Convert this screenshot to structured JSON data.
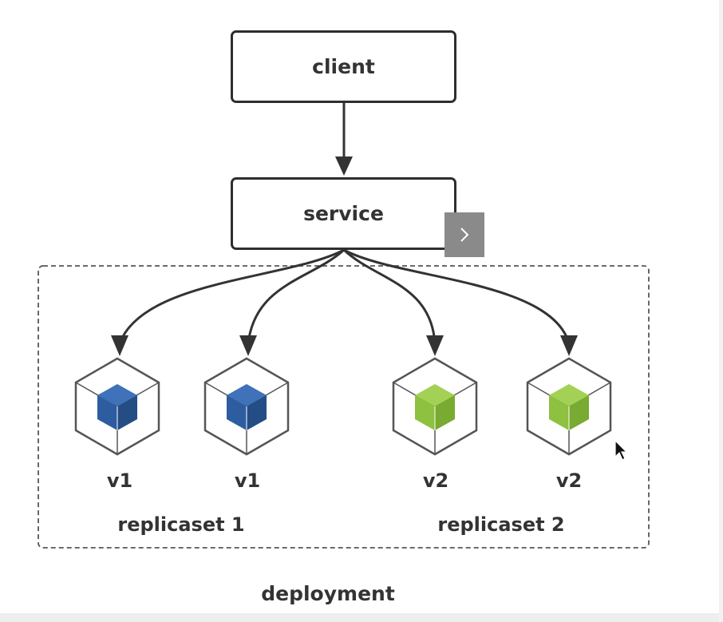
{
  "nodes": {
    "client": "client",
    "service": "service"
  },
  "pods": [
    {
      "label": "v1",
      "version": "v1",
      "color": "#2d5da0"
    },
    {
      "label": "v1",
      "version": "v1",
      "color": "#2d5da0"
    },
    {
      "label": "v2",
      "version": "v2",
      "color": "#8dc13f"
    },
    {
      "label": "v2",
      "version": "v2",
      "color": "#8dc13f"
    }
  ],
  "groups": {
    "replicaset_1": "replicaset 1",
    "replicaset_2": "replicaset 2",
    "deployment": "deployment"
  },
  "edges": [
    {
      "from": "client",
      "to": "service"
    },
    {
      "from": "service",
      "to": "pod-1"
    },
    {
      "from": "service",
      "to": "pod-2"
    },
    {
      "from": "service",
      "to": "pod-3"
    },
    {
      "from": "service",
      "to": "pod-4"
    }
  ],
  "colors": {
    "line": "#333333",
    "cube_outline": "#555555",
    "v1_cube": "#2d5da0",
    "v2_cube": "#8dc13f",
    "nav_button": "#8a8a8a"
  },
  "icons": {
    "nav_next": "chevron-right-icon",
    "cursor": "mouse-pointer-icon"
  }
}
